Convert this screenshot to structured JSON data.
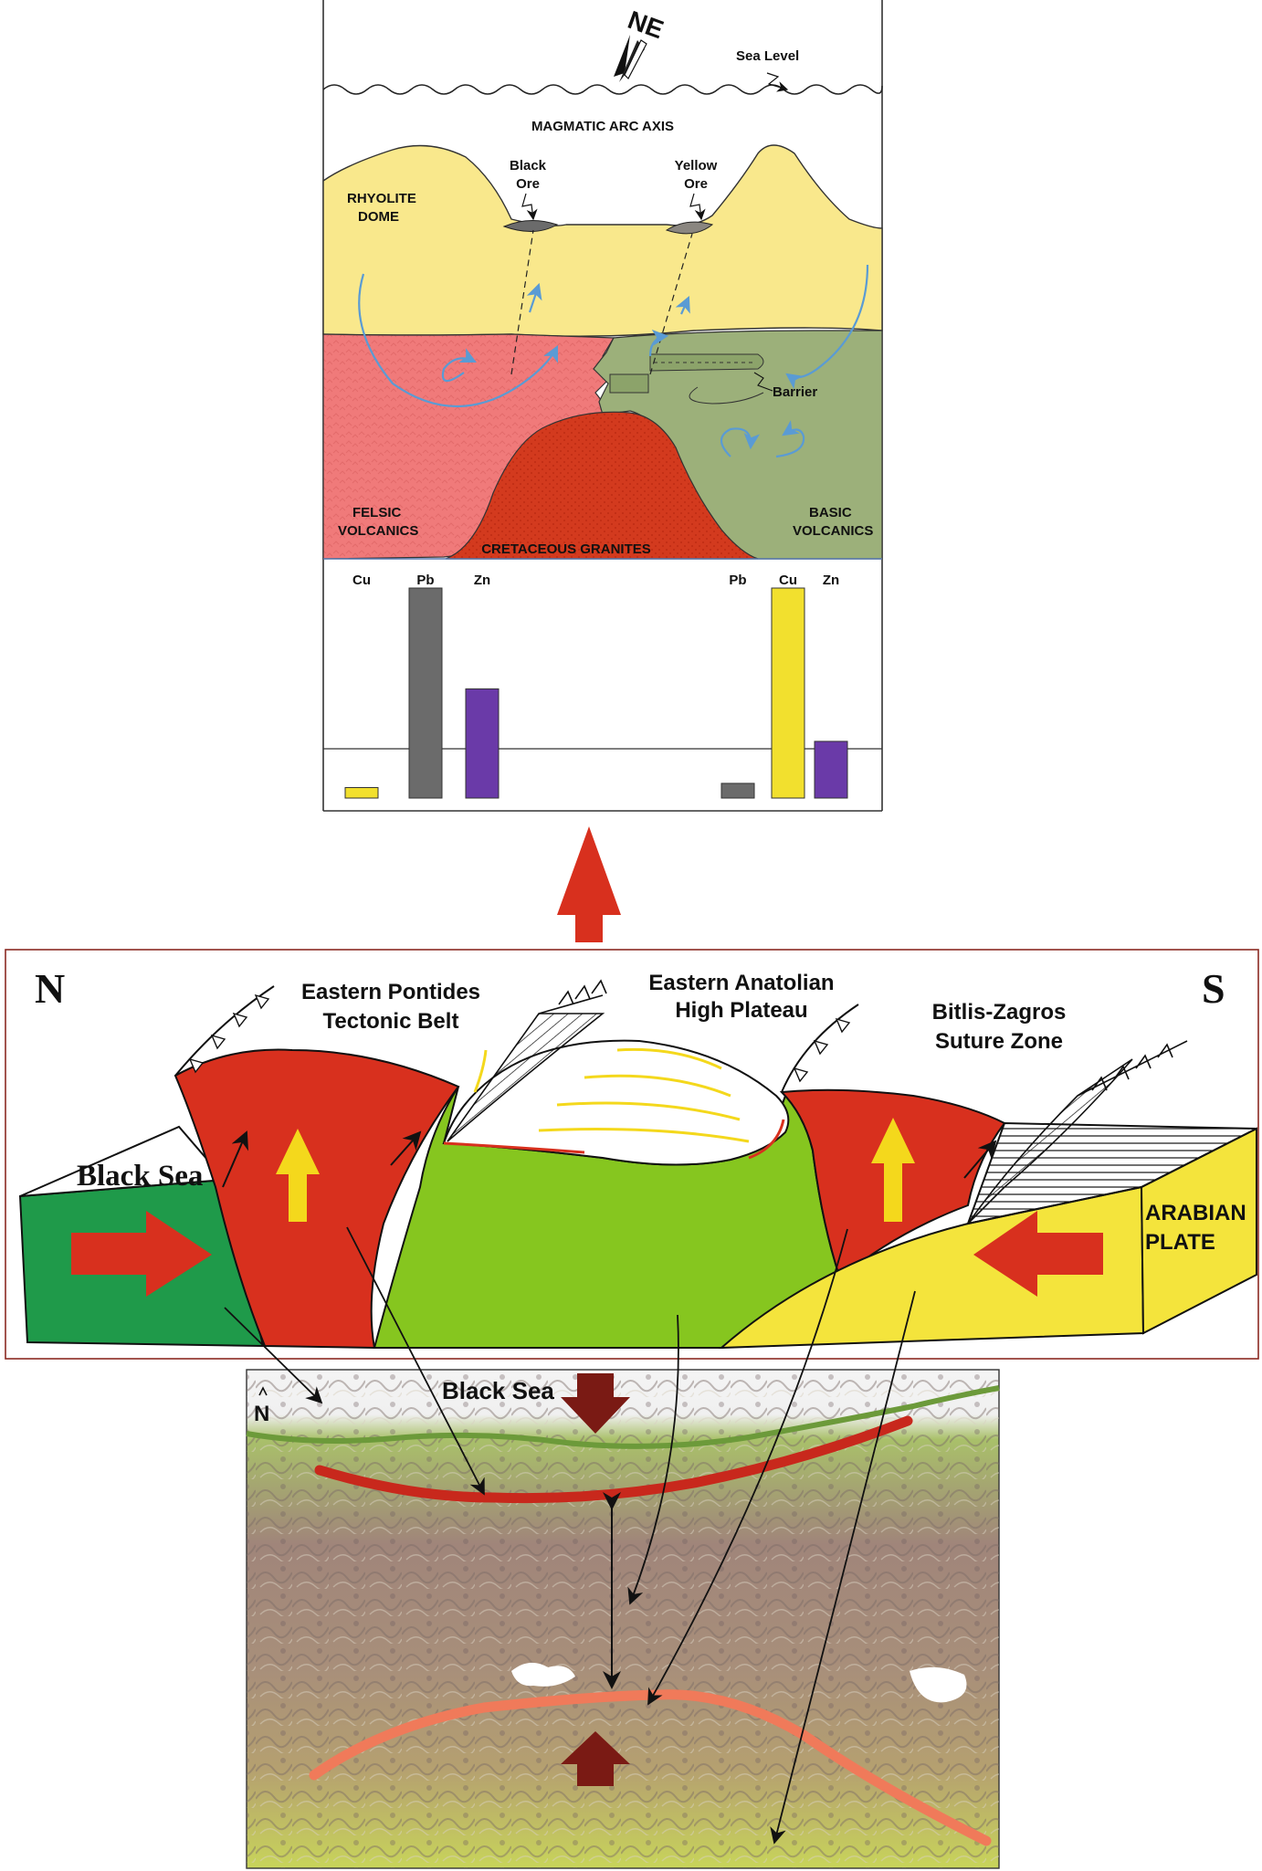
{
  "top_section": {
    "compass": "NE",
    "sea_level": "Sea Level",
    "arc_axis": "MAGMATIC ARC AXIS",
    "rhyolite_line1": "RHYOLITE",
    "rhyolite_line2": "DOME",
    "black_ore_line1": "Black",
    "black_ore_line2": "Ore",
    "yellow_ore_line1": "Yellow",
    "yellow_ore_line2": "Ore",
    "barrier": "Barrier",
    "felsic_line1": "FELSIC",
    "felsic_line2": "VOLCANICS",
    "basic_line1": "BASIC",
    "basic_line2": "VOLCANICS",
    "granites": "CRETACEOUS GRANITES",
    "colors": {
      "rhyolite": "#f9e88c",
      "felsic": "#f07a7a",
      "basic": "#9cb07a",
      "granite": "#d33a1e",
      "flow_arrow": "#5a9bd4"
    }
  },
  "chart_data": {
    "type": "bar",
    "groups": [
      {
        "name": "Black Ore",
        "categories": [
          "Cu",
          "Pb",
          "Zn"
        ],
        "values": [
          5,
          100,
          52
        ],
        "colors": [
          "#f2e02e",
          "#6b6b6b",
          "#6a3aa8"
        ]
      },
      {
        "name": "Yellow Ore",
        "categories": [
          "Pb",
          "Cu",
          "Zn"
        ],
        "values": [
          7,
          100,
          27
        ],
        "colors": [
          "#6b6b6b",
          "#f2e02e",
          "#6a3aa8"
        ]
      }
    ],
    "ylim": [
      0,
      100
    ]
  },
  "tectonic_section": {
    "north": "N",
    "south": "S",
    "pontides_line1": "Eastern Pontides",
    "pontides_line2": "Tectonic Belt",
    "anatolian_line1": "Eastern Anatolian",
    "anatolian_line2": "High Plateau",
    "bitlis_line1": "Bitlis-Zagros",
    "bitlis_line2": "Suture Zone",
    "black_sea": "Black Sea",
    "arabian_line1": "ARABIAN",
    "arabian_line2": "PLATE",
    "colors": {
      "black_sea": "#1f9a4a",
      "belt": "#d8301e",
      "plateau": "#86c61f",
      "arabian": "#f4e43c",
      "arrow_red": "#d8301e",
      "arrow_yellow": "#f4d81c"
    }
  },
  "map_section": {
    "black_sea": "Black Sea",
    "north": "N",
    "colors": {
      "north_line": "#c8281c",
      "south_line": "#f07a5a",
      "compression_arrow": "#7a1a14"
    }
  }
}
